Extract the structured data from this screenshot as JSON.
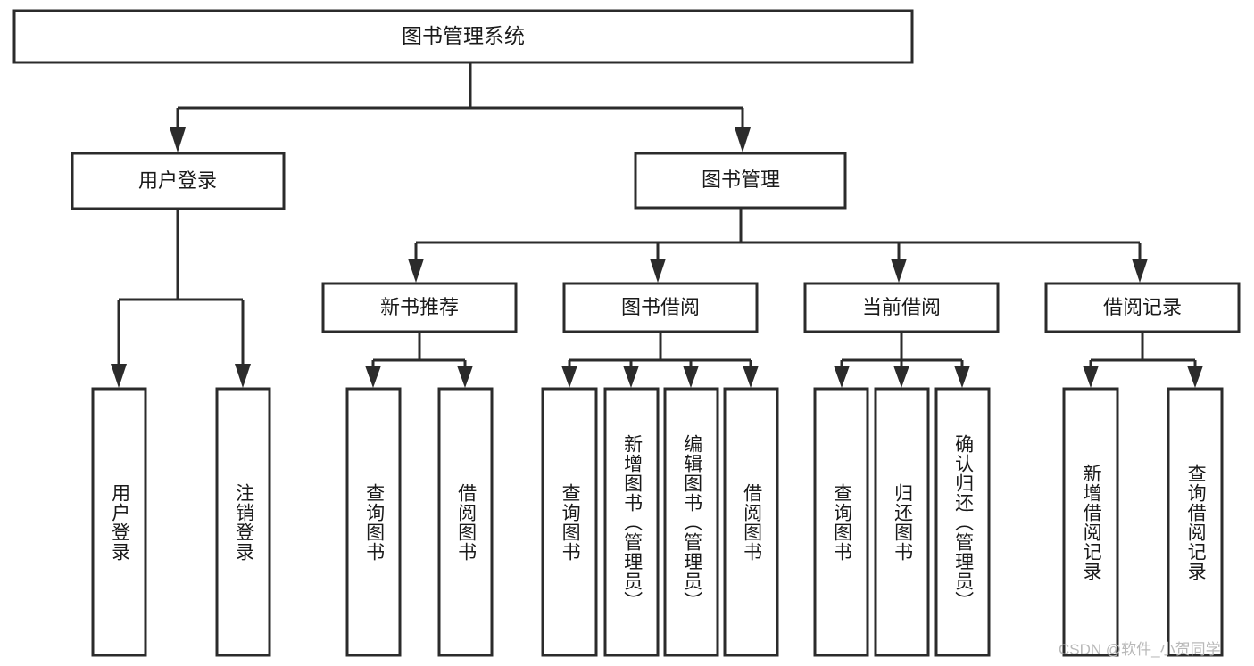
{
  "diagram": {
    "type": "tree",
    "title": "图书管理系统",
    "orientation": "top-down",
    "colors": {
      "box_stroke": "#2b2b2b",
      "box_fill": "#ffffff",
      "text": "#1a1a1a",
      "connector": "#2b2b2b",
      "watermark": "#b9b9b9",
      "background": "#ffffff"
    },
    "root": {
      "label": "图书管理系统"
    },
    "level2": [
      {
        "label": "用户登录"
      },
      {
        "label": "图书管理"
      }
    ],
    "level3": [
      {
        "label": "新书推荐"
      },
      {
        "label": "图书借阅"
      },
      {
        "label": "当前借阅"
      },
      {
        "label": "借阅记录"
      }
    ],
    "leaves": {
      "user_login": [
        {
          "label": "用户登录"
        },
        {
          "label": "注销登录"
        }
      ],
      "new_book_recommend": [
        {
          "label": "查询图书"
        },
        {
          "label": "借阅图书"
        }
      ],
      "book_borrow": [
        {
          "label": "查询图书"
        },
        {
          "label": "新增图书（管理员）"
        },
        {
          "label": "编辑图书（管理员）"
        },
        {
          "label": "借阅图书"
        }
      ],
      "current_borrow": [
        {
          "label": "查询图书"
        },
        {
          "label": "归还图书"
        },
        {
          "label": "确认归还（管理员）"
        }
      ],
      "borrow_record": [
        {
          "label": "新增借阅记录"
        },
        {
          "label": "查询借阅记录"
        }
      ]
    }
  },
  "watermark": {
    "text": "CSDN @软件_小贺同学"
  }
}
